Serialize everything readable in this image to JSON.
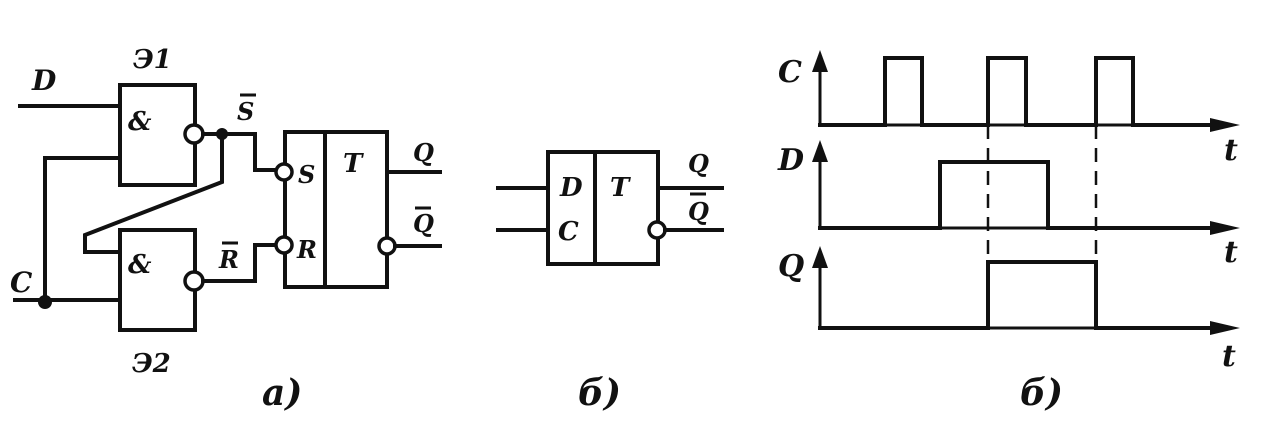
{
  "panel_a": {
    "caption": "а)",
    "gate_e1_label": "Э1",
    "gate_e2_label": "Э2",
    "gate_e1_symbol": "&",
    "gate_e2_symbol": "&",
    "input_d": "D",
    "input_c": "C",
    "signal_s_bar": "S",
    "signal_r_bar": "R",
    "trigger_input_s": "S",
    "trigger_input_r": "R",
    "trigger_symbol": "T",
    "output_q": "Q",
    "output_q_bar": "Q"
  },
  "panel_b": {
    "caption": "б)",
    "input_d": "D",
    "input_c": "C",
    "trigger_symbol": "T",
    "output_q": "Q",
    "output_q_bar": "Q"
  },
  "panel_c": {
    "caption": "б)",
    "signals": [
      {
        "name": "C",
        "axis": "t"
      },
      {
        "name": "D",
        "axis": "t"
      },
      {
        "name": "Q",
        "axis": "t"
      }
    ]
  }
}
